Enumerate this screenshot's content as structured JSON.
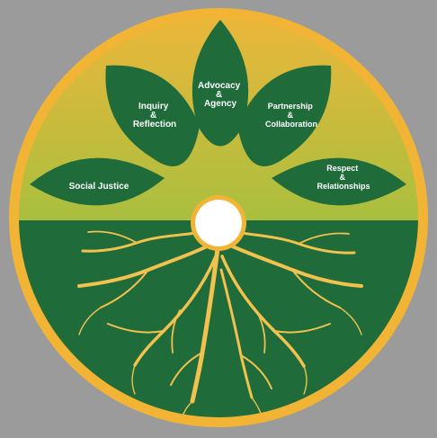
{
  "colors": {
    "background": "#9b9b9b",
    "rim": "#f2b434",
    "sky_top": "#f0b63a",
    "sky_bottom": "#a9bf3e",
    "soil": "#1f6b3a",
    "petal": "#1f6b3a",
    "root": "#f2c14e",
    "center": "#ffffff"
  },
  "petals": [
    {
      "id": "social-justice",
      "lines": [
        "Social Justice"
      ]
    },
    {
      "id": "inquiry-reflection",
      "lines": [
        "Inquiry",
        "&",
        "Reflection"
      ]
    },
    {
      "id": "advocacy-agency",
      "lines": [
        "Advocacy",
        "&",
        "Agency"
      ]
    },
    {
      "id": "partnership-collaboration",
      "lines": [
        "Partnership",
        "&",
        "Collaboration"
      ]
    },
    {
      "id": "respect-relationships",
      "lines": [
        "Respect",
        "&",
        "Relationships"
      ]
    }
  ]
}
